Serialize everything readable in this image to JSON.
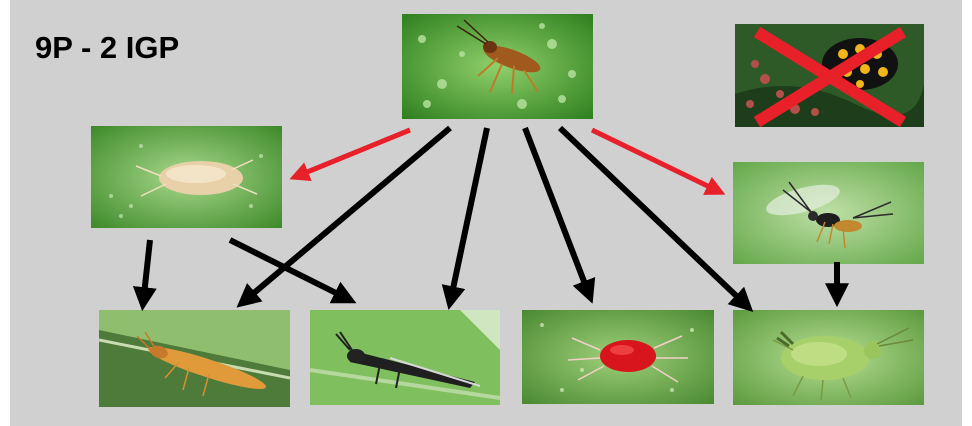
{
  "slide": {
    "title": "9P - 2 IGP"
  },
  "diagram": {
    "nodes": [
      {
        "id": "predator",
        "icon": "mirid-bug-icon"
      },
      {
        "id": "excluded",
        "icon": "ladybird-beetle-icon"
      },
      {
        "id": "mite-predator",
        "icon": "phytoseiid-mite-icon"
      },
      {
        "id": "wasp",
        "icon": "parasitoid-wasp-icon"
      },
      {
        "id": "thrips-orange",
        "icon": "thrips-icon"
      },
      {
        "id": "thrips-black",
        "icon": "thrips-icon"
      },
      {
        "id": "red-mite",
        "icon": "spider-mite-icon"
      },
      {
        "id": "aphid",
        "icon": "aphid-icon"
      }
    ],
    "edges": [
      {
        "from": "predator",
        "to": "mite-predator",
        "kind": "intraguild",
        "color": "#e8202a"
      },
      {
        "from": "predator",
        "to": "wasp",
        "kind": "intraguild",
        "color": "#e8202a"
      },
      {
        "from": "predator",
        "to": "thrips-orange",
        "kind": "predation",
        "color": "#000000"
      },
      {
        "from": "predator",
        "to": "thrips-black",
        "kind": "predation",
        "color": "#000000"
      },
      {
        "from": "predator",
        "to": "red-mite",
        "kind": "predation",
        "color": "#000000"
      },
      {
        "from": "predator",
        "to": "aphid",
        "kind": "predation",
        "color": "#000000"
      },
      {
        "from": "mite-predator",
        "to": "thrips-orange",
        "kind": "predation",
        "color": "#000000"
      },
      {
        "from": "mite-predator",
        "to": "thrips-black",
        "kind": "predation",
        "color": "#000000"
      },
      {
        "from": "wasp",
        "to": "aphid",
        "kind": "predation",
        "color": "#000000"
      }
    ],
    "excluded_mark_color": "#e8202a"
  }
}
